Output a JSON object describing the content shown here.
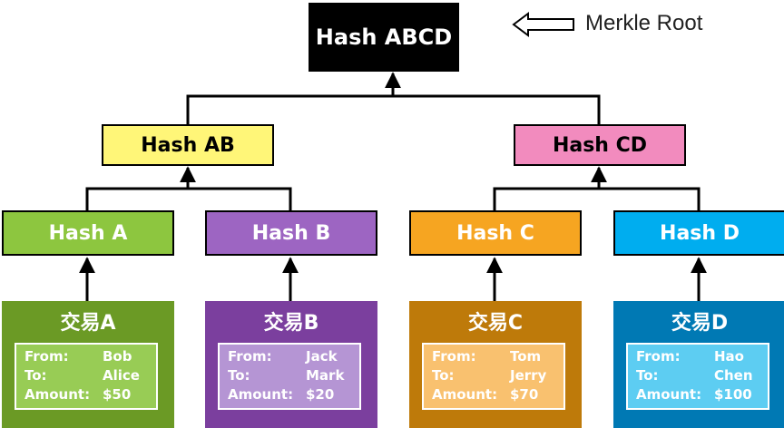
{
  "root": {
    "label": "Hash ABCD"
  },
  "merkle_label": "Merkle Root",
  "level1": [
    {
      "label": "Hash AB",
      "color": "#FFF678"
    },
    {
      "label": "Hash CD",
      "color": "#F28BBE"
    }
  ],
  "level2": [
    {
      "label": "Hash A",
      "color": "#8DC63F"
    },
    {
      "label": "Hash B",
      "color": "#9D65C2"
    },
    {
      "label": "Hash C",
      "color": "#F6A521"
    },
    {
      "label": "Hash D",
      "color": "#00ADEF"
    }
  ],
  "transactions": [
    {
      "title": "交易A",
      "from_label": "From:",
      "from": "Bob",
      "to_label": "To:",
      "to": "Alice",
      "amount_label": "Amount:",
      "amount": "$50",
      "color": "#6B9A25"
    },
    {
      "title": "交易B",
      "from_label": "From:",
      "from": "Jack",
      "to_label": "To:",
      "to": "Mark",
      "amount_label": "Amount:",
      "amount": "$20",
      "color": "#7B3F9E"
    },
    {
      "title": "交易C",
      "from_label": "From:",
      "from": "Tom",
      "to_label": "To:",
      "to": "Jerry",
      "amount_label": "Amount:",
      "amount": "$70",
      "color": "#BE7A0A"
    },
    {
      "title": "交易D",
      "from_label": "From:",
      "from": "Hao",
      "to_label": "To:",
      "to": "Chen",
      "amount_label": "Amount:",
      "amount": "$100",
      "color": "#0079B4"
    }
  ],
  "inner_colors": [
    "#98CC55",
    "#B595D4",
    "#F9C16F",
    "#5DCDF2"
  ]
}
